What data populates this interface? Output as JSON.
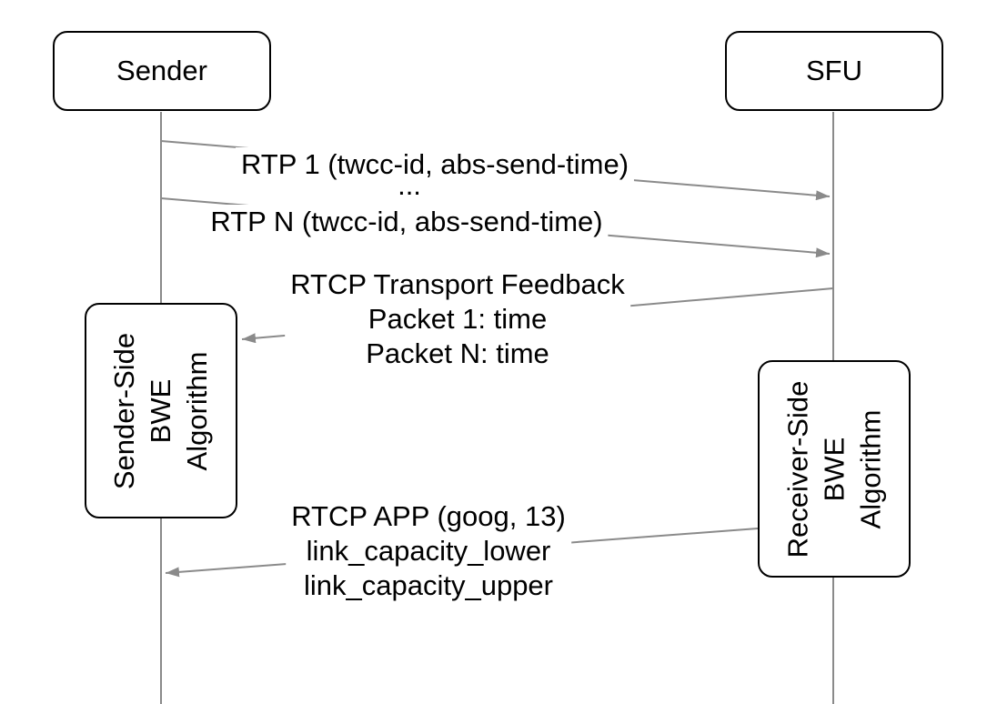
{
  "actors": [
    {
      "label": "Sender"
    },
    {
      "label": "SFU"
    }
  ],
  "algorithm_boxes": [
    {
      "lines": [
        "Sender-Side",
        "BWE",
        "Algorithm"
      ]
    },
    {
      "lines": [
        "Receiver-Side",
        "BWE",
        "Algorithm"
      ]
    }
  ],
  "messages": [
    {
      "label": "RTP 1 (twcc-id, abs-send-time)",
      "from": "Sender",
      "to": "SFU"
    },
    {
      "label": "..."
    },
    {
      "label": "RTP N (twcc-id, abs-send-time)",
      "from": "Sender",
      "to": "SFU"
    },
    {
      "lines": [
        "RTCP Transport Feedback",
        "Packet 1: time",
        "Packet N: time"
      ],
      "from": "SFU",
      "to": "Sender-Side BWE Algorithm"
    },
    {
      "lines": [
        "RTCP APP (goog, 13)",
        "link_capacity_lower",
        "link_capacity_upper"
      ],
      "from": "Receiver-Side BWE Algorithm",
      "to": "Sender"
    }
  ],
  "colors": {
    "line": "#8a8a8a",
    "box_border": "#000000",
    "text": "#000000",
    "background": "#ffffff"
  }
}
